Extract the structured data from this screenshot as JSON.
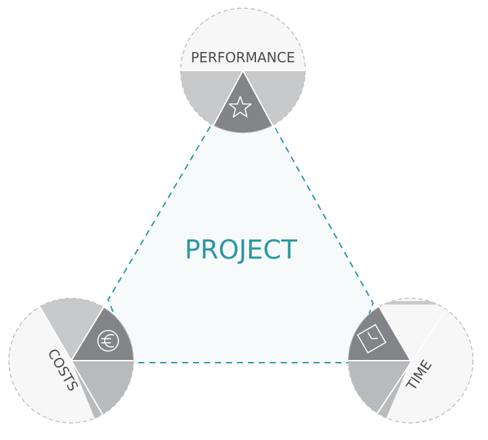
{
  "diagram": {
    "center_label": "PROJECT",
    "nodes": {
      "performance": {
        "label": "PERFORMANCE",
        "icon": "star-icon"
      },
      "costs": {
        "label": "COSTS",
        "icon": "euro-icon"
      },
      "time": {
        "label": "TIME",
        "icon": "clock-icon"
      }
    },
    "colors": {
      "accent": "#2a97a4",
      "triangle_fill": "#f7fafa",
      "segment_light": "#c8c9cb",
      "segment_mid": "#b9babb",
      "segment_dark": "#838487",
      "circle_fill": "#f7f7f8",
      "circle_stroke": "#bfbfbf"
    }
  }
}
